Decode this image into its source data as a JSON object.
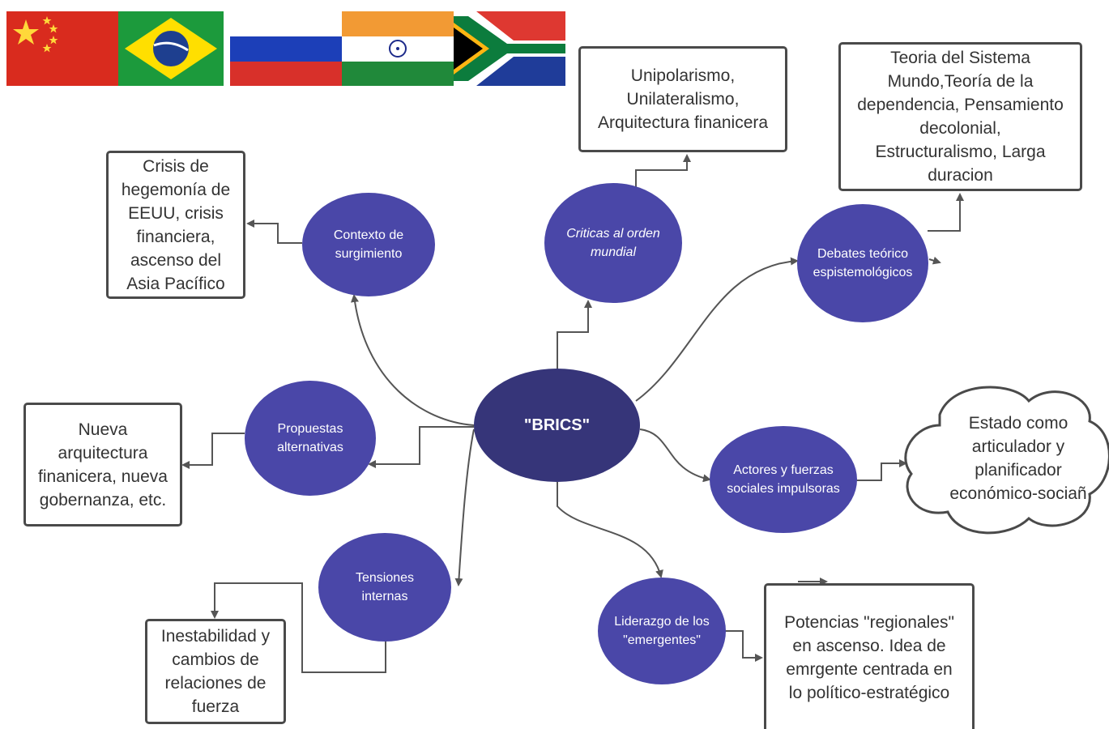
{
  "center": "\"BRICS\"",
  "nodes": {
    "contexto": "Contexto de\nsurgimiento",
    "criticas": "Criticas al orden\nmundial",
    "debates": "Debates teórico\nespistemológicos",
    "propuestas": "Propuestas\nalternativas",
    "actores": "Actores y fuerzas\nsociales impulsoras",
    "tensiones": "Tensiones\ninternas",
    "liderazgo": "Liderazgo de los\n\"emergentes\""
  },
  "boxes": {
    "contexto": "Crisis de\nhegemonía de\nEEUU, crisis\nfinanciera,\nascenso del\nAsia Pacífico",
    "criticas": "Unipolarismo,\nUnilateralismo,\nArquitectura finanicera",
    "debates": "Teoria del Sistema\nMundo,Teoría de la\ndependencia, Pensamiento\ndecolonial,\nEstructuralismo, Larga\nduracion",
    "propuestas": "Nueva\narquitectura\nfinanicera, nueva\ngobernanza, etc.",
    "tensiones": "Inestabilidad y\ncambios de\nrelaciones de\nfuerza",
    "liderazgo": "Potencias \"regionales\"\nen ascenso. Idea de\nemrgente centrada en\nlo político-estratégico",
    "actores": "Estado como\n  articulador y\nplanificador\n  económico-sociañ"
  },
  "flags": [
    "china-flag",
    "brazil-flag",
    "russia-flag",
    "india-flag",
    "south-africa-flag"
  ],
  "colors": {
    "node_fill": "#4a47a8",
    "center_fill": "#363579",
    "line": "#555555",
    "box_border": "#4a4a4a"
  }
}
